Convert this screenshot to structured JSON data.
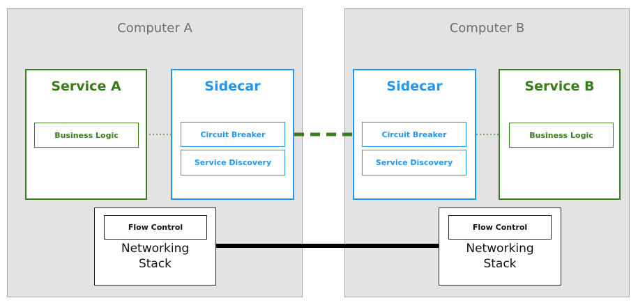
{
  "computer_a": {
    "title": "Computer A",
    "service": {
      "title": "Service A",
      "business_logic": "Business Logic"
    },
    "sidecar": {
      "title": "Sidecar",
      "circuit_breaker": "Circuit Breaker",
      "service_discovery": "Service Discovery"
    },
    "networking": {
      "flow_control": "Flow Control",
      "label": "Networking\nStack"
    }
  },
  "computer_b": {
    "title": "Computer B",
    "service": {
      "title": "Service B",
      "business_logic": "Business Logic"
    },
    "sidecar": {
      "title": "Sidecar",
      "circuit_breaker": "Circuit Breaker",
      "service_discovery": "Service Discovery"
    },
    "networking": {
      "flow_control": "Flow Control",
      "label": "Networking\nStack"
    }
  },
  "colors": {
    "service_green": "#3a7d1c",
    "sidecar_blue": "#2196f3",
    "computer_gray": "#e3e3e3",
    "network_line": "#000000"
  }
}
